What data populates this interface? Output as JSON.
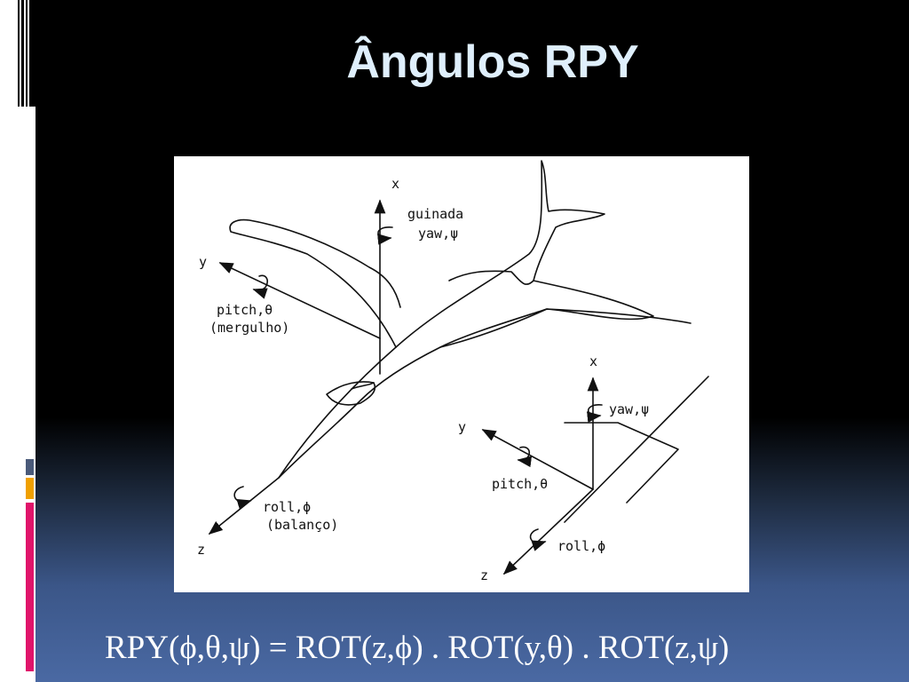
{
  "slide": {
    "title": "Ângulos RPY",
    "formula": "RPY(ϕ,θ,ψ) = ROT(z,ϕ) . ROT(y,θ) . ROT(z,ψ)",
    "accent_colors": [
      "#4a5a7a",
      "#f0a000",
      "#e0146a"
    ]
  },
  "diagram": {
    "aircraft_labels": {
      "axis_x": "x",
      "axis_y": "y",
      "axis_z": "z",
      "yaw_pt": "guinada",
      "yaw": "yaw,ψ",
      "pitch": "pitch,θ",
      "pitch_pt": "(mergulho)",
      "roll": "roll,ϕ",
      "roll_pt": "(balanço)"
    },
    "frame_labels": {
      "axis_x": "x",
      "axis_y": "y",
      "axis_z": "z",
      "yaw": "yaw,ψ",
      "pitch": "pitch,θ",
      "roll": "roll,ϕ"
    }
  }
}
